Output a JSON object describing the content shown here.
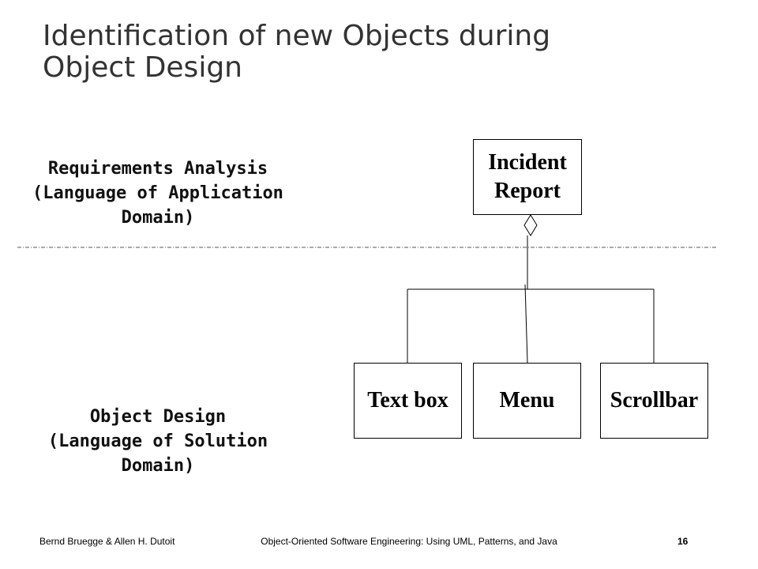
{
  "slide": {
    "title_lines": [
      "Identification of new Objects during",
      "Object Design"
    ],
    "requirements_label_lines": [
      "Requirements Analysis",
      "(Language of Application",
      "Domain)"
    ],
    "object_design_label_lines": [
      "Object Design",
      "(Language of Solution",
      "Domain)"
    ]
  },
  "diagram": {
    "parent_class_lines": [
      "Incident",
      "Report"
    ],
    "child_classes": [
      "Text box",
      "Menu",
      "Scrollbar"
    ]
  },
  "footer": {
    "authors": "Bernd Bruegge & Allen H. Dutoit",
    "book": "Object-Oriented Software Engineering: Using UML, Patterns, and Java",
    "page": "16"
  }
}
